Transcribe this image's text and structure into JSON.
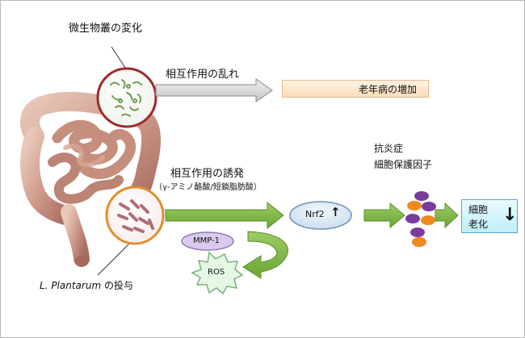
{
  "labels": {
    "microbiota_change": "微生物叢の変化",
    "interaction_disorder": "相互作用の乱れ",
    "aging_disease_increase": "老年病の増加",
    "interaction_induction": "相互作用の誘発",
    "interaction_metabolites": "（γ-アミノ酪酸/短鎖脂肪酸）",
    "nrf2": "Nrf2",
    "nrf2_arrow": "↑",
    "anti_inflammatory": "抗炎症",
    "cell_protective_factors": "細胞保護因子",
    "cell_aging_line1": "細胞",
    "cell_aging_line2": "老化",
    "cell_aging_arrow": "↓",
    "mmp1": "MMP-1",
    "ros": "ROS",
    "admin_species": "L. Plantarum",
    "admin_suffix": " の投与"
  },
  "colors": {
    "green_arrow": "#79b541",
    "gray_arrow": "#d4d4d4",
    "top_circle_border": "#9c2b2b",
    "bottom_circle_border": "#e38d2c",
    "purple_oval": "#7a3c9b",
    "orange_oval": "#ef8a1f",
    "cell_box_border": "#5aa9c4",
    "increase_box_border": "#e7b98b"
  }
}
